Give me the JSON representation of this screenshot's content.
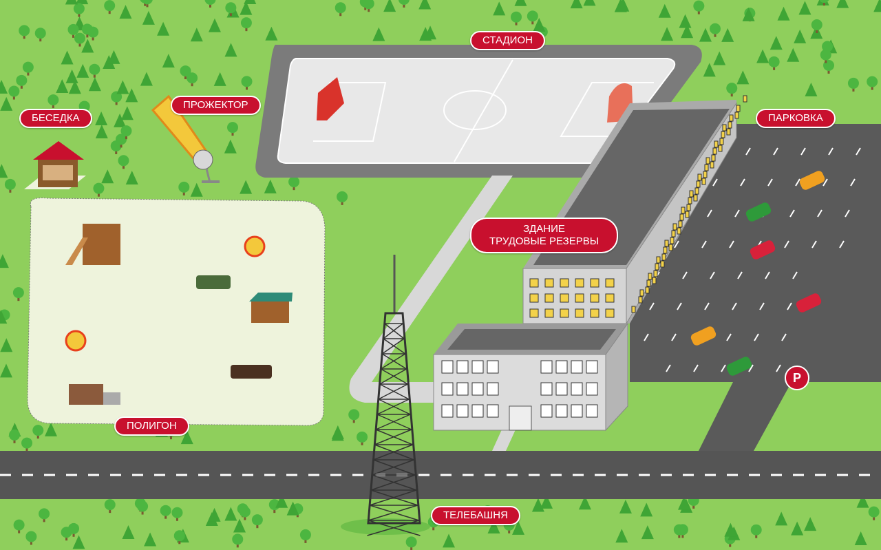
{
  "labels": {
    "stadium": "СТАДИОН",
    "gazebo": "БЕСЕДКА",
    "searchlight": "ПРОЖЕКТОР",
    "parking": "ПАРКОВКА",
    "building_line1": "ЗДАНИЕ",
    "building_line2": "ТРУДОВЫЕ РЕЗЕРВЫ",
    "range": "ПОЛИГОН",
    "tv_tower": "ТЕЛЕБАШНЯ"
  },
  "parking_sign": "P",
  "colors": {
    "grass": "#8fcf5c",
    "road": "#555555",
    "label": "#c8102e",
    "tree": "#3fa535"
  }
}
